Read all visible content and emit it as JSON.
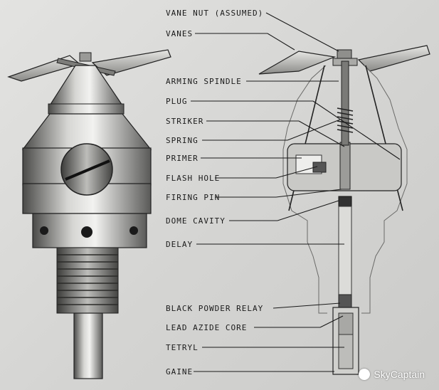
{
  "labels": [
    {
      "id": "vane-nut",
      "text": "VANE NUT (ASSUMED)"
    },
    {
      "id": "vanes",
      "text": "VANES"
    },
    {
      "id": "arming-spindle",
      "text": "ARMING SPINDLE"
    },
    {
      "id": "plug",
      "text": "PLUG"
    },
    {
      "id": "striker",
      "text": "STRIKER"
    },
    {
      "id": "spring",
      "text": "SPRING"
    },
    {
      "id": "primer",
      "text": "PRIMER"
    },
    {
      "id": "flash-hole",
      "text": "FLASH HOLE"
    },
    {
      "id": "firing-pin",
      "text": "FIRING PIN"
    },
    {
      "id": "dome-cavity",
      "text": "DOME CAVITY"
    },
    {
      "id": "delay",
      "text": "DELAY"
    },
    {
      "id": "black-powder-relay",
      "text": "BLACK POWDER RELAY"
    },
    {
      "id": "lead-azide-core",
      "text": "LEAD AZIDE CORE"
    },
    {
      "id": "tetryl",
      "text": "TETRYL"
    },
    {
      "id": "gaine",
      "text": "GAINE"
    }
  ],
  "watermark": {
    "text": "SkyCaptain"
  }
}
